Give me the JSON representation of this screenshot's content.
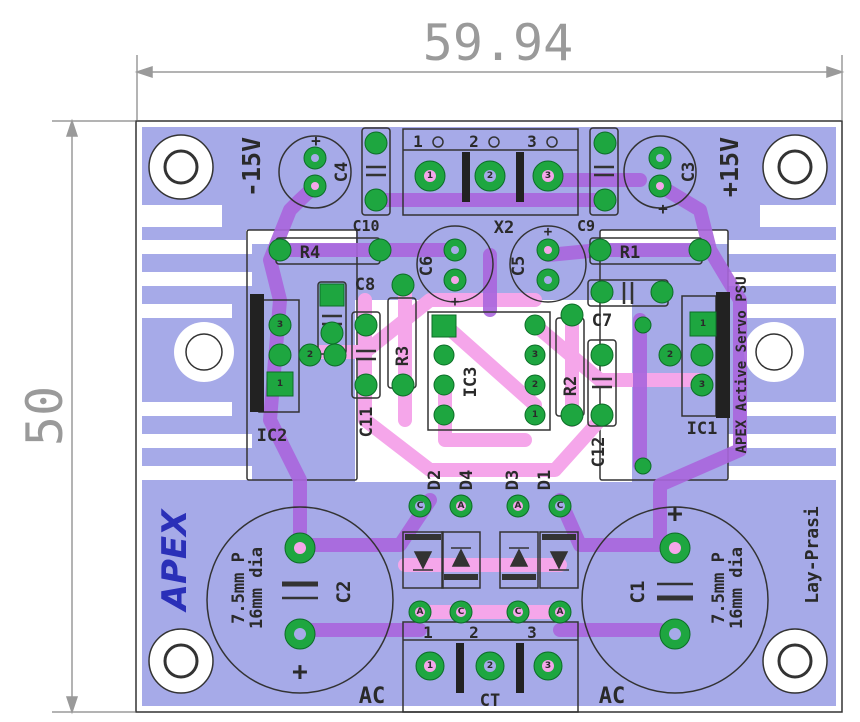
{
  "dimensions": {
    "width": "59.94",
    "height": "50"
  },
  "components": {
    "c1": "C1",
    "c2": "C2",
    "c3": "C3",
    "c4": "C4",
    "c5": "C5",
    "c6": "C6",
    "c7": "C7",
    "c8": "C8",
    "c9": "C9",
    "c10": "C10",
    "c11": "C11",
    "c12": "C12",
    "r1": "R1",
    "r2": "R2",
    "r3": "R3",
    "r4": "R4",
    "ic1": "IC1",
    "ic2": "IC2",
    "ic3": "IC3",
    "x2": "X2",
    "d1": "D1",
    "d2": "D2",
    "d3": "D3",
    "d4": "D4"
  },
  "labels": {
    "neg15v": "-15V",
    "pos15v": "+15V",
    "brand": "APEX",
    "title_vertical": "APEX Active Servo PSU",
    "author": "Lay-Prasi",
    "cap_note_line1": "7.5mm P",
    "cap_note_line2": "16mm dia",
    "ac_left": "AC",
    "ac_right": "AC",
    "ct": "CT",
    "plus": "+",
    "minus": "-"
  },
  "terminal_numbers": {
    "t1": "1",
    "t2": "2",
    "t3": "3"
  },
  "pad_letters": {
    "anode": "A",
    "cathode": "C"
  },
  "colors": {
    "board": "#ffffff",
    "copper": "#a6aae8",
    "trace_top": "#aa66dd",
    "trace_bottom": "#f5a6ea",
    "pad": "#1ea640",
    "silk": "#2a2a2a",
    "dimension": "#9a9a9a"
  }
}
